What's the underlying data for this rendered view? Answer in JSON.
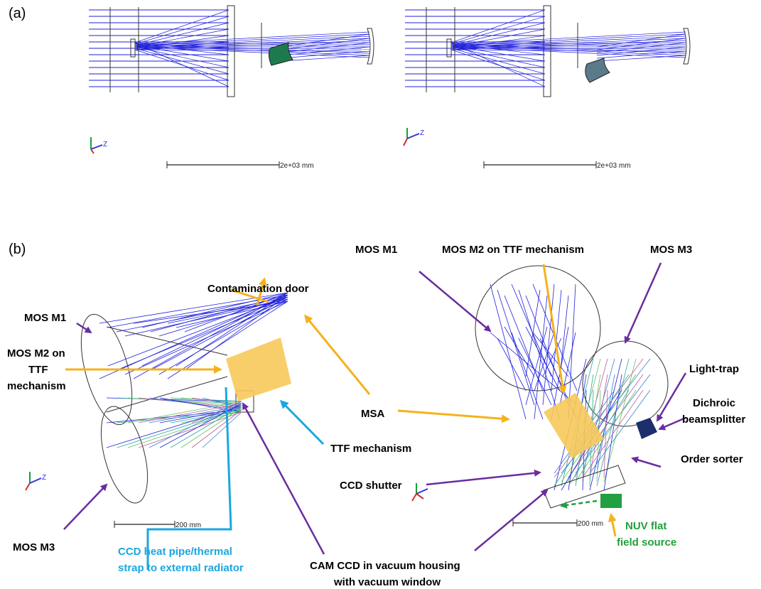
{
  "panels": [
    {
      "letter": "(a)"
    },
    {
      "letter": "(b)"
    }
  ],
  "scale_bars": {
    "a_left": "2e+03 mm",
    "a_right": "2e+03 mm",
    "b_left": "200 mm",
    "b_right": "200 mm"
  },
  "axis_triads": {
    "z_label": "Z"
  },
  "labels": {
    "left": {
      "mos_m1": "MOS M1",
      "mos_m2_line1": "MOS M2 on",
      "mos_m2_line2": "TTF",
      "mos_m2_line3": "mechanism",
      "contamination_door": "Contamination door",
      "mos_m3": "MOS M3",
      "ccd_heat_line1": "CCD heat pipe/thermal",
      "ccd_heat_line2": "strap to external radiator",
      "ttf_mechanism": "TTF mechanism"
    },
    "center": {
      "msa": "MSA",
      "cam_ccd_line1": "CAM CCD in vacuum housing",
      "cam_ccd_line2": "with vacuum window"
    },
    "right": {
      "mos_m1": "MOS M1",
      "mos_m2_ttf": "MOS M2 on TTF mechanism",
      "mos_m3": "MOS M3",
      "light_trap": "Light-trap",
      "dichroic_line1": "Dichroic",
      "dichroic_line2": "beamsplitter",
      "order_sorter": "Order sorter",
      "ccd_shutter": "CCD shutter",
      "nuv_line1": "NUV flat",
      "nuv_line2": "field source"
    }
  },
  "colors": {
    "ray_blue": "#1f1fdd",
    "arrow_purple": "#6a2d9f",
    "arrow_orange": "#f5b21b",
    "arrow_cyan": "#1aa7e0",
    "label_cyan": "#1aa7e0",
    "label_green": "#1f9f3a",
    "msa_fill": "#f7c95a",
    "dichroic_fill": "#1c2e6b",
    "nuv_fill": "#20a040"
  }
}
